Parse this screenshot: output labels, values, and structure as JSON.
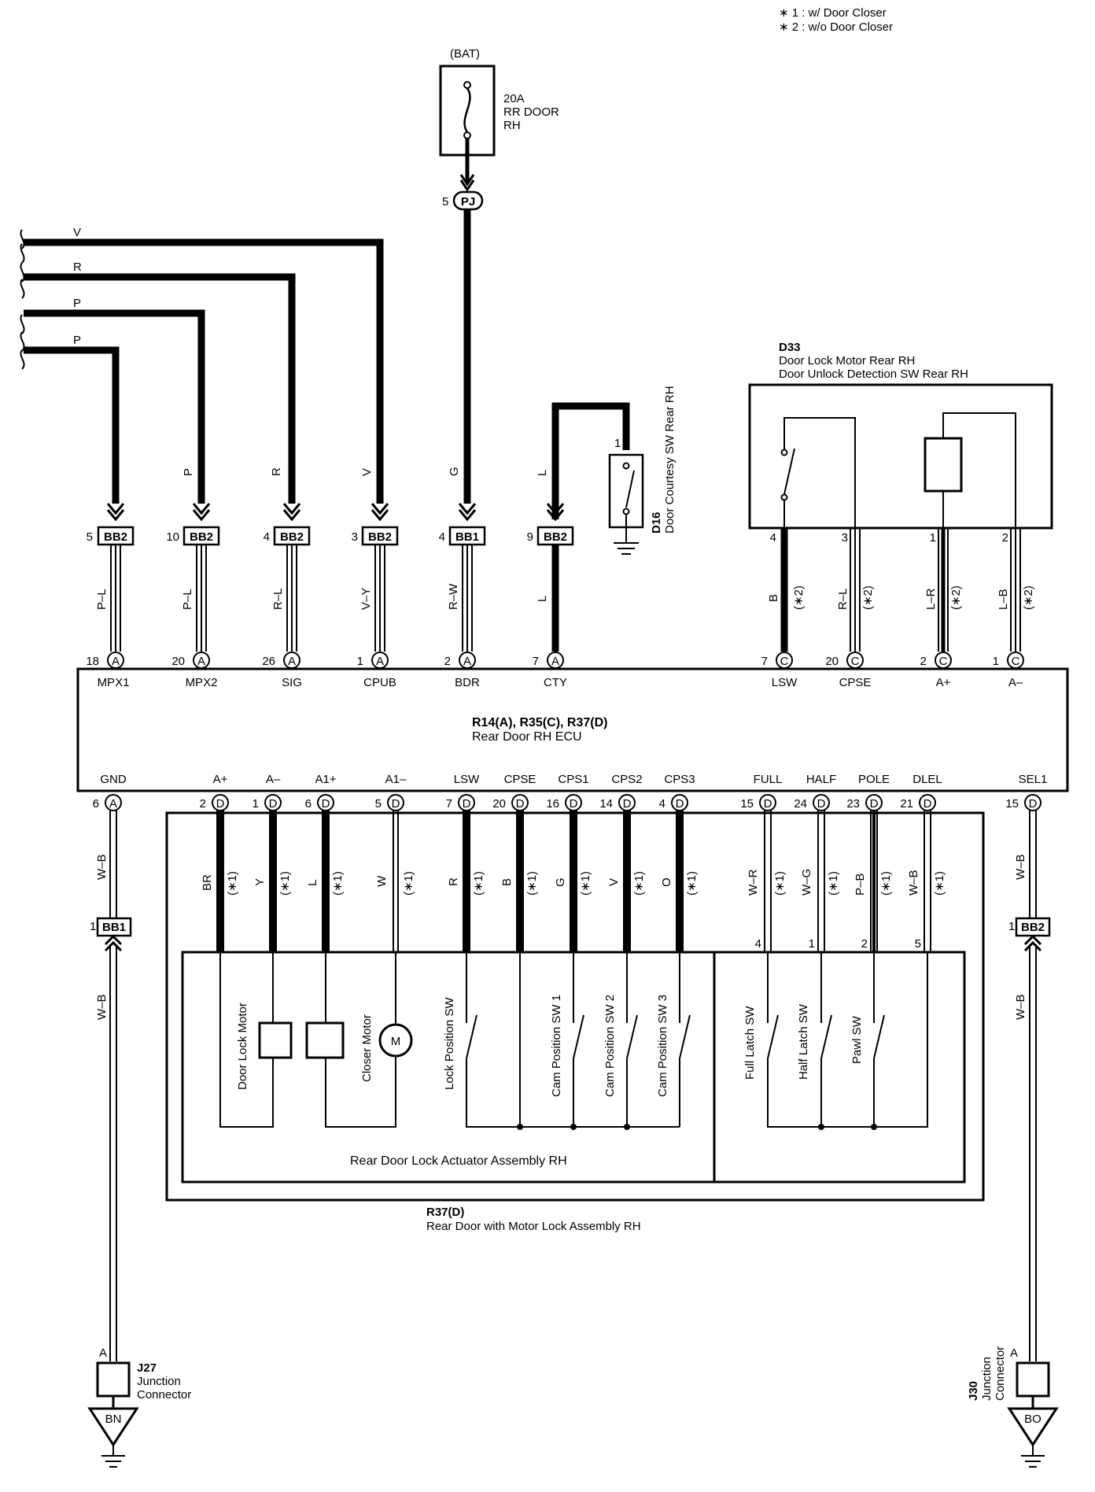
{
  "notes": [
    "∗ 1 : w/ Door Closer",
    "∗ 2 : w/o Door Closer"
  ],
  "battery": {
    "source": "(BAT)",
    "fuse_rating": "20A",
    "fuse_name_1": "RR DOOR",
    "fuse_name_2": "RH"
  },
  "pj": {
    "pin": "5",
    "code": "PJ"
  },
  "left_wires": [
    {
      "color": "V",
      "conn_pin": "3",
      "conn": "BB2",
      "wire": "V–Y",
      "ecu_pin": "1",
      "ecu_conn": "A",
      "signal": "CPUB"
    },
    {
      "color": "R",
      "conn_pin": "4",
      "conn": "BB2",
      "wire": "R–L",
      "ecu_pin": "26",
      "ecu_conn": "A",
      "signal": "SIG"
    },
    {
      "color": "P",
      "conn_pin": "10",
      "conn": "BB2",
      "wire": "P–L",
      "ecu_pin": "20",
      "ecu_conn": "A",
      "signal": "MPX2"
    },
    {
      "color": "P",
      "conn_pin": "5",
      "conn": "BB2",
      "wire": "P–L",
      "ecu_pin": "18",
      "ecu_conn": "A",
      "signal": "MPX1"
    }
  ],
  "bdr": {
    "color": "G",
    "conn_pin": "4",
    "conn": "BB1",
    "wire": "R–W",
    "ecu_pin": "2",
    "ecu_conn": "A",
    "signal": "BDR"
  },
  "cty": {
    "color": "L",
    "conn_pin": "9",
    "conn": "BB2",
    "wire": "L",
    "ecu_pin": "7",
    "ecu_conn": "A",
    "signal": "CTY"
  },
  "d16": {
    "id": "D16",
    "name": "Door Courtesy SW Rear RH",
    "pin": "1"
  },
  "d33": {
    "id": "D33",
    "name1": "Door Lock Motor Rear RH",
    "name2": "Door Unlock Detection SW Rear RH",
    "pins": [
      {
        "pin": "4",
        "wire": "B",
        "note": "(∗2)",
        "ecu_pin": "7",
        "ecu_conn": "C",
        "signal": "LSW"
      },
      {
        "pin": "3",
        "wire": "R–L",
        "note": "(∗2)",
        "ecu_pin": "20",
        "ecu_conn": "C",
        "signal": "CPSE"
      },
      {
        "pin": "1",
        "wire": "L–R",
        "note": "(∗2)",
        "ecu_pin": "2",
        "ecu_conn": "C",
        "signal": "A+"
      },
      {
        "pin": "2",
        "wire": "L–B",
        "note": "(∗2)",
        "ecu_pin": "1",
        "ecu_conn": "C",
        "signal": "A–"
      }
    ]
  },
  "ecu": {
    "id": "R14(A), R35(C), R37(D)",
    "name": "Rear Door RH ECU"
  },
  "bottom_pins": [
    {
      "signal": "GND",
      "pin": "6",
      "conn": "A",
      "wire": "W–B",
      "note": ""
    },
    {
      "signal": "A+",
      "pin": "2",
      "conn": "D",
      "wire": "BR",
      "note": "(∗1)"
    },
    {
      "signal": "A–",
      "pin": "1",
      "conn": "D",
      "wire": "Y",
      "note": "(∗1)"
    },
    {
      "signal": "A1+",
      "pin": "6",
      "conn": "D",
      "wire": "L",
      "note": "(∗1)"
    },
    {
      "signal": "A1–",
      "pin": "5",
      "conn": "D",
      "wire": "W",
      "note": "(∗1)"
    },
    {
      "signal": "LSW",
      "pin": "7",
      "conn": "D",
      "wire": "R",
      "note": "(∗1)"
    },
    {
      "signal": "CPSE",
      "pin": "20",
      "conn": "D",
      "wire": "B",
      "note": "(∗1)"
    },
    {
      "signal": "CPS1",
      "pin": "16",
      "conn": "D",
      "wire": "G",
      "note": "(∗1)"
    },
    {
      "signal": "CPS2",
      "pin": "14",
      "conn": "D",
      "wire": "V",
      "note": "(∗1)"
    },
    {
      "signal": "CPS3",
      "pin": "4",
      "conn": "D",
      "wire": "O",
      "note": "(∗1)"
    },
    {
      "signal": "FULL",
      "pin": "15",
      "conn": "D",
      "wire": "W–R",
      "note": "(∗1)"
    },
    {
      "signal": "HALF",
      "pin": "24",
      "conn": "D",
      "wire": "W–G",
      "note": "(∗1)"
    },
    {
      "signal": "POLE",
      "pin": "23",
      "conn": "D",
      "wire": "P–B",
      "note": "(∗1)"
    },
    {
      "signal": "DLEL",
      "pin": "21",
      "conn": "D",
      "wire": "W–B",
      "note": "(∗1)"
    },
    {
      "signal": "SEL1",
      "pin": "15",
      "conn": "D",
      "wire": "W–B",
      "note": ""
    }
  ],
  "latch_pins": [
    "4",
    "1",
    "2",
    "5"
  ],
  "components": {
    "door_lock_motor": "Door Lock Motor",
    "closer_motor": "Closer Motor",
    "motor_symbol": "M",
    "lock_position_sw": "Lock Position SW",
    "cam1": "Cam Position SW 1",
    "cam2": "Cam Position SW 2",
    "cam3": "Cam Position SW 3",
    "full_latch": "Full Latch SW",
    "half_latch": "Half Latch SW",
    "pawl": "Pawl SW"
  },
  "actuator": {
    "name": "Rear Door Lock Actuator Assembly RH"
  },
  "r37": {
    "id": "R37(D)",
    "name": "Rear Door with Motor Lock Assembly RH"
  },
  "gnd_left": {
    "conn_pin": "1",
    "conn": "BB1",
    "wire": "W–B",
    "junction_pin": "A",
    "junction_id": "J27",
    "junction_name1": "Junction",
    "junction_name2": "Connector",
    "ground": "BN"
  },
  "gnd_right": {
    "conn_pin": "1",
    "conn": "BB2",
    "wire": "W–B",
    "junction_pin": "A",
    "junction_id": "J30",
    "junction_name1": "Junction",
    "junction_name2": "Connector",
    "ground": "BO"
  }
}
